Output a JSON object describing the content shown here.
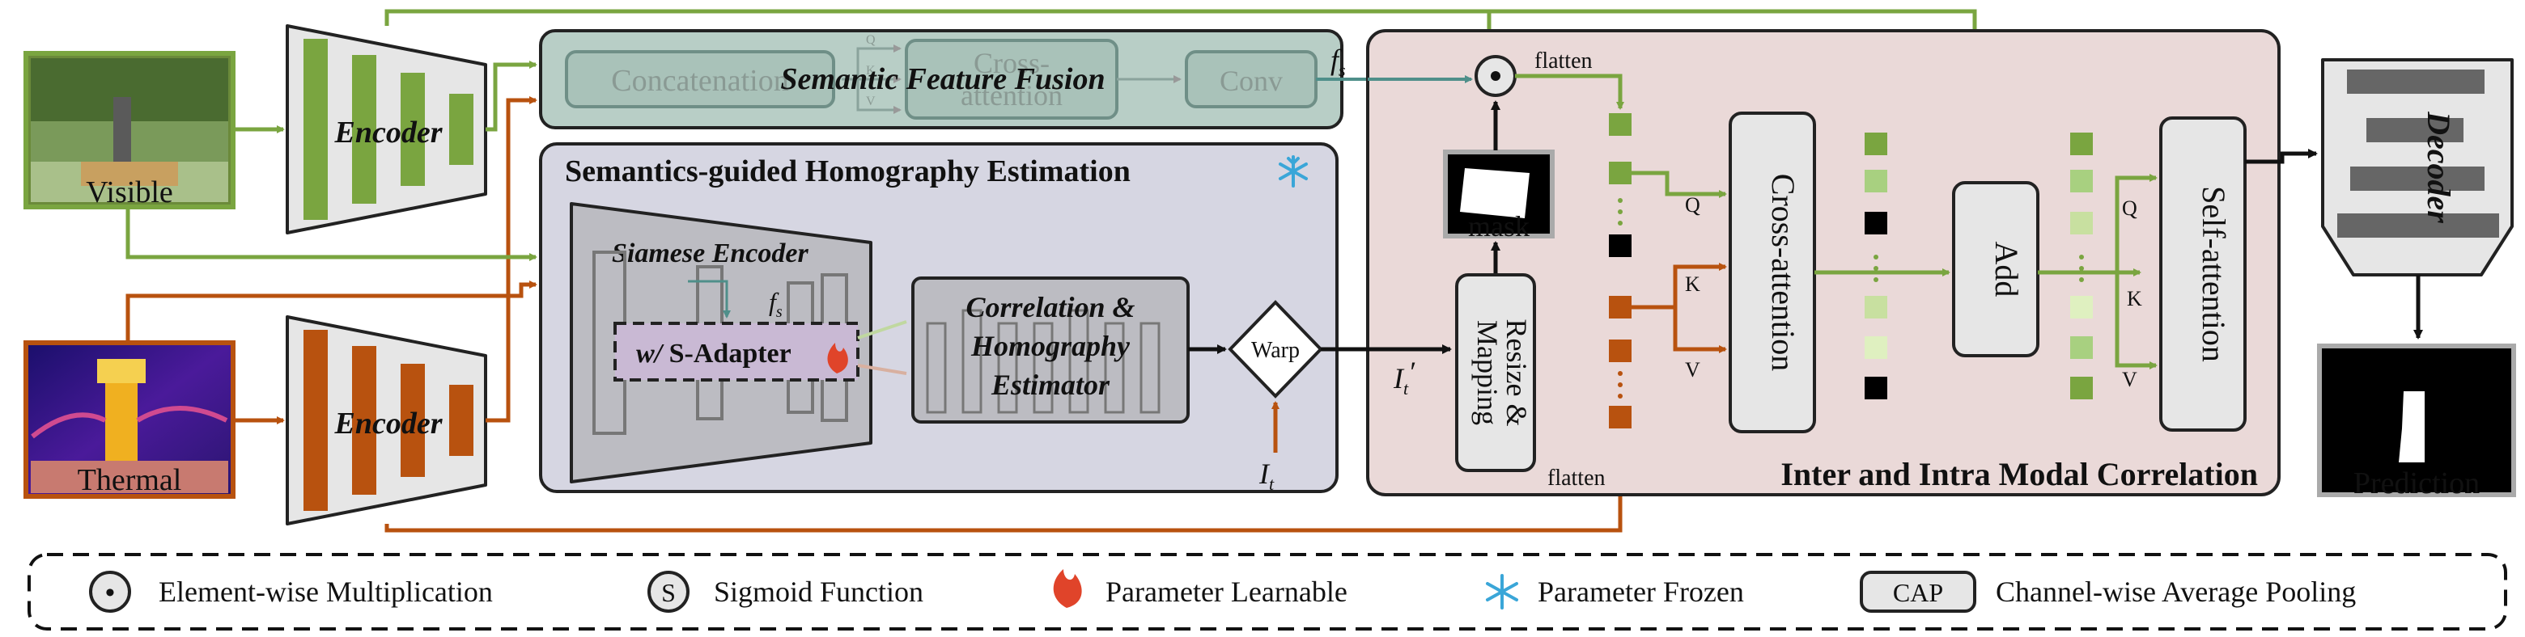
{
  "inputs": {
    "visible_label": "Visible",
    "thermal_label": "Thermal"
  },
  "encoders": {
    "top_label": "Encoder",
    "bottom_label": "Encoder"
  },
  "semantic_fusion": {
    "title": "Semantic Feature Fusion",
    "concat_label": "Concatenation",
    "cross_label_1": "Cross-",
    "cross_label_2": "attention",
    "conv_label": "Conv",
    "q_label": "Q",
    "k_label": "K",
    "v_label": "V",
    "output_label": "f",
    "output_sub": "s"
  },
  "homography": {
    "title": "Semantics-guided Homography Estimation",
    "siamese_label": "Siamese Encoder",
    "fs_label": "f",
    "fs_sub": "s",
    "adapter_prefix": "w/",
    "adapter_label": " S-Adapter",
    "corr_line1": "Correlation &",
    "corr_line2": "Homography",
    "corr_line3": "Estimator",
    "warp_label": "Warp",
    "it_label": "I",
    "it_sub": "t",
    "itp_label": "I",
    "itp_sub": "t",
    "itp_prime": "′"
  },
  "correlation": {
    "title": "Inter and Intra Modal Correlation",
    "flatten_top": "flatten",
    "flatten_bottom": "flatten",
    "flatten_vertical": "flatten",
    "mask_label": "mask",
    "resize_line1": "Resize &",
    "resize_line2": "Mapping",
    "cross_attention": "Cross-attention",
    "add_label": "Add",
    "self_attention": "Self-attention",
    "q_label": "Q",
    "k_label": "K",
    "v_label": "V",
    "q2_label": "Q",
    "k2_label": "K",
    "v2_label": "V"
  },
  "decoder": {
    "label": "Decoder",
    "prediction_label": "Prediction"
  },
  "legend": {
    "mult_symbol": "•",
    "mult_text": "Element-wise Multiplication",
    "sig_symbol": "S",
    "sig_text": "Sigmoid Function",
    "learn_text": "Parameter Learnable",
    "frozen_text": "Parameter Frozen",
    "cap_symbol": "CAP",
    "cap_text": "Channel-wise Average Pooling"
  },
  "colors": {
    "green": "#7aa540",
    "orange": "#b8520f",
    "teal": "#4f8f8a",
    "fusion_bg": "#b8cec6",
    "homography_bg": "#d6d6e2",
    "correlation_bg": "#ead9d8",
    "box_gray": "#c8c8c8",
    "flame": "#e0442a",
    "snow": "#3aa6d8"
  }
}
